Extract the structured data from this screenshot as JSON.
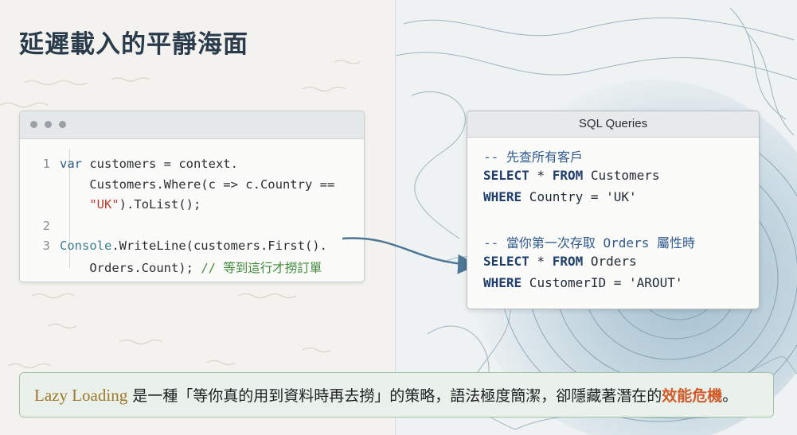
{
  "title": "延遲載入的平靜海面",
  "code_window": {
    "lines": [
      {
        "num": "1",
        "parts": [
          [
            "kw",
            "var"
          ],
          [
            "txt",
            " customers = context."
          ]
        ]
      },
      {
        "num": "",
        "parts": [
          [
            "txt",
            "    Customers.Where(c => c.Country =="
          ]
        ]
      },
      {
        "num": "",
        "parts": [
          [
            "txt",
            "    "
          ],
          [
            "str",
            "\"UK\""
          ],
          [
            "txt",
            ").ToList();"
          ]
        ]
      },
      {
        "num": "2",
        "parts": []
      },
      {
        "num": "3",
        "parts": [
          [
            "cls",
            "Console"
          ],
          [
            "txt",
            ".WriteLine(customers.First()."
          ]
        ]
      },
      {
        "num": "",
        "parts": [
          [
            "txt",
            "    Orders.Count); "
          ],
          [
            "cm",
            "// 等到這行才撈訂單"
          ]
        ]
      }
    ]
  },
  "sql_window": {
    "title": "SQL Queries",
    "lines": [
      {
        "type": "comment",
        "text": "-- 先查所有客戶"
      },
      {
        "type": "code",
        "kw1": "SELECT",
        "mid": " * ",
        "kw2": "FROM",
        "rest": " Customers"
      },
      {
        "type": "code",
        "kw1": "WHERE",
        "mid": "",
        "kw2": "",
        "rest": " Country = 'UK'"
      },
      {
        "type": "blank",
        "text": ""
      },
      {
        "type": "comment",
        "text": "-- 當你第一次存取 Orders 屬性時"
      },
      {
        "type": "code",
        "kw1": "SELECT",
        "mid": " * ",
        "kw2": "FROM",
        "rest": " Orders"
      },
      {
        "type": "code",
        "kw1": "WHERE",
        "mid": "",
        "kw2": "",
        "rest": " CustomerID = 'AROUT'"
      }
    ]
  },
  "note": {
    "highlight": "Lazy Loading",
    "middle": " 是一種「等你真的用到資料時再去撈」的策略，語法極度簡潔，卻隱藏著潛在的",
    "warn": "效能危機",
    "end": "。"
  },
  "colors": {
    "accent": "#2f5a8f",
    "warning": "#d05a2a",
    "highlight": "#a0772a"
  }
}
